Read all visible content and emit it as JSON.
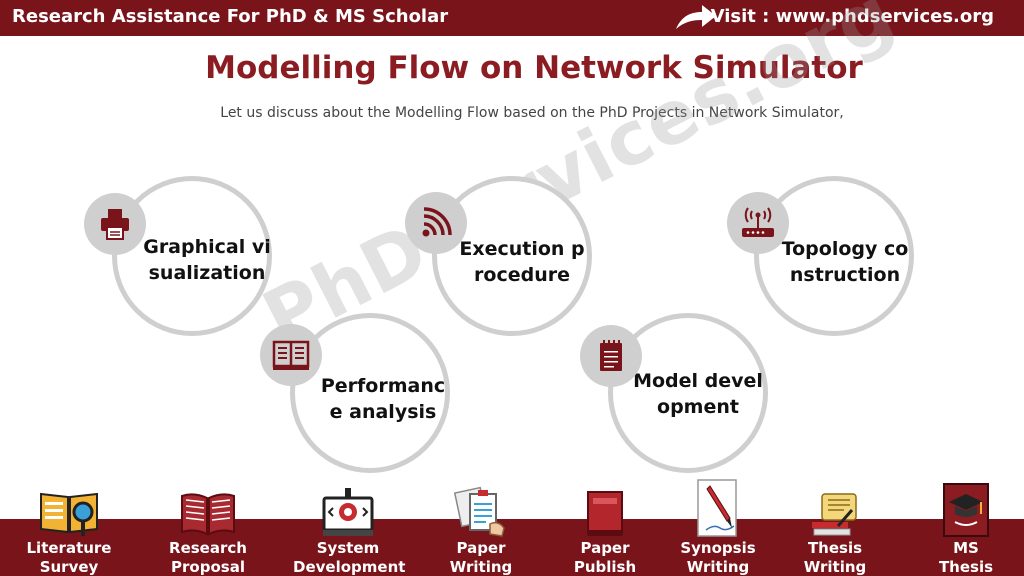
{
  "header": {
    "left_text": "Research Assistance For PhD & MS Scholar",
    "right_text": "Visit : www.phdservices.org"
  },
  "title": "Modelling Flow on Network Simulator",
  "subtitle": "Let us discuss about the Modelling Flow based on the PhD Projects in Network Simulator,",
  "watermark": "PhDservices.org",
  "flow": [
    {
      "label": "Graphical visualization",
      "icon": "printer-icon"
    },
    {
      "label": "Performance analysis",
      "icon": "book-icon"
    },
    {
      "label": "Execution procedure",
      "icon": "wifi-icon"
    },
    {
      "label": "Model development",
      "icon": "notepad-icon"
    },
    {
      "label": "Topology construction",
      "icon": "router-icon"
    }
  ],
  "services": [
    {
      "line1": "Literature",
      "line2": "Survey",
      "icon": "magnifier-book-icon"
    },
    {
      "line1": "Research",
      "line2": "Proposal",
      "icon": "open-book-icon"
    },
    {
      "line1": "System",
      "line2": "Development",
      "icon": "computer-gear-icon"
    },
    {
      "line1": "Paper",
      "line2": "Writing",
      "icon": "clipboard-hand-icon"
    },
    {
      "line1": "Paper",
      "line2": "Publish",
      "icon": "closed-book-icon"
    },
    {
      "line1": "Synopsis",
      "line2": "Writing",
      "icon": "pen-paper-icon"
    },
    {
      "line1": "Thesis",
      "line2": "Writing",
      "icon": "scroll-books-icon"
    },
    {
      "line1": "MS",
      "line2": "Thesis",
      "icon": "graduation-book-icon"
    }
  ]
}
